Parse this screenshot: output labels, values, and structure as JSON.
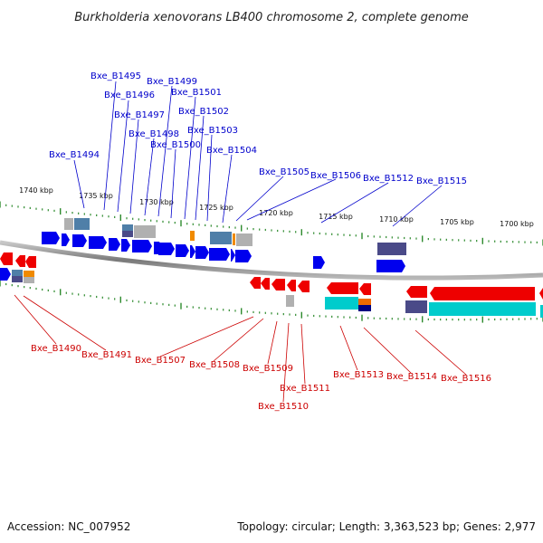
{
  "title": "Burkholderia xenovorans LB400 chromosome 2, complete genome",
  "accession": "Accession: NC_007952",
  "summary": "Topology: circular; Length: 3,363,523 bp; Genes: 2,977",
  "colors": {
    "forward_gene": "#0000ee",
    "reverse_gene": "#ee0000",
    "forward_label": "#0000cc",
    "reverse_label": "#cc0000",
    "backbone": "#808080",
    "tick": "#2e8b2e",
    "feature_gray": "#b0b0b0",
    "feature_steel": "#4f7fa8",
    "feature_slate": "#4a4a88",
    "feature_orange": "#f08a00",
    "feature_cyan": "#00cccc",
    "feature_navy": "#000080"
  },
  "scale": {
    "labels": [
      "1740 kbp",
      "1735 kbp",
      "1730 kbp",
      "1725 kbp",
      "1720 kbp",
      "1715 kbp",
      "1710 kbp",
      "1705 kbp",
      "1700 kbp"
    ]
  },
  "forward_genes": [
    "Bxe_B1494",
    "Bxe_B1495",
    "Bxe_B1496",
    "Bxe_B1497",
    "Bxe_B1498",
    "Bxe_B1499",
    "Bxe_B1500",
    "Bxe_B1501",
    "Bxe_B1502",
    "Bxe_B1503",
    "Bxe_B1504",
    "Bxe_B1505",
    "Bxe_B1506",
    "Bxe_B1512",
    "Bxe_B1515"
  ],
  "reverse_genes": [
    "Bxe_B1490",
    "Bxe_B1491",
    "Bxe_B1507",
    "Bxe_B1508",
    "Bxe_B1509",
    "Bxe_B1510",
    "Bxe_B1511",
    "Bxe_B1513",
    "Bxe_B1514",
    "Bxe_B1516"
  ]
}
